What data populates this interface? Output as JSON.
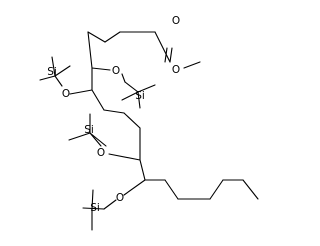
{
  "molecule": {
    "atoms": {
      "carbonyl_o": "O",
      "ester_o": "O",
      "o1": "O",
      "o2": "O",
      "o3": "O",
      "o4": "O",
      "si1": "Si",
      "si2": "Si",
      "si3": "Si",
      "si4": "Si"
    }
  }
}
